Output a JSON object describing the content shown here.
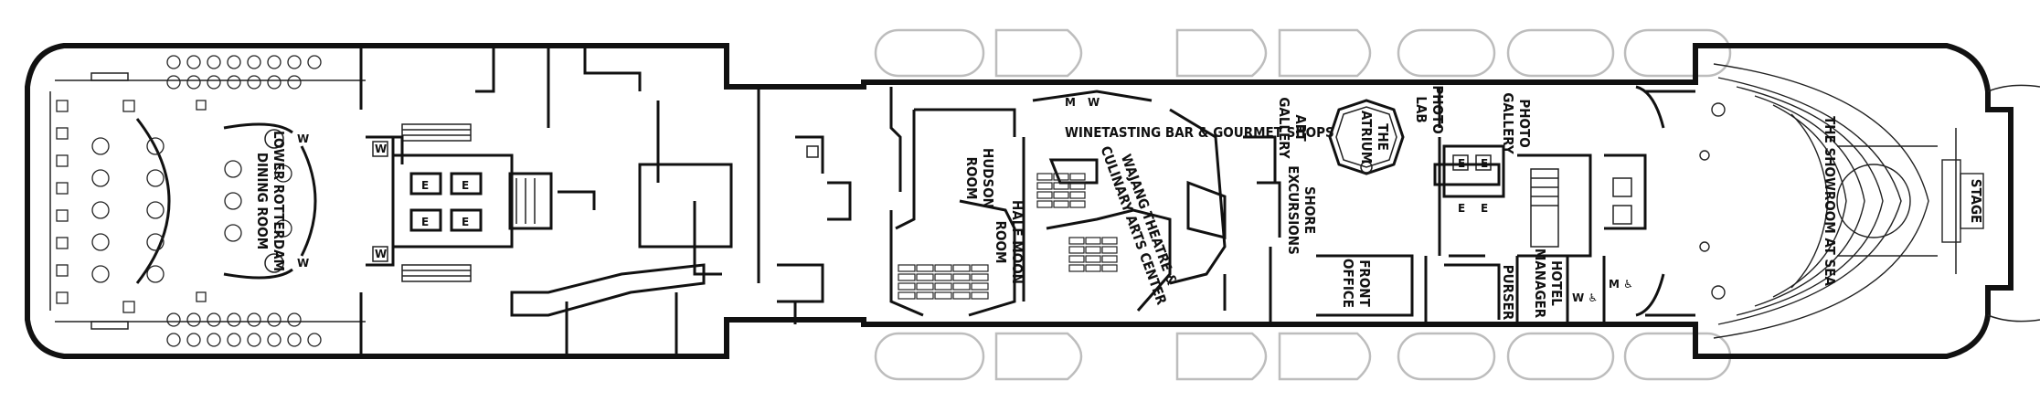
{
  "labels": {
    "lower_rotterdam": [
      "LOWER ROTTERDAM",
      "DINING ROOM"
    ],
    "hudson_room": [
      "HUDSON",
      "ROOM"
    ],
    "half_moon_room": [
      "HALF MOON",
      "ROOM"
    ],
    "winetasting": "WINETASTING BAR & GOURMET SHOPS",
    "wajang_theatre": [
      "WAJANG THEATRE &",
      "CULINARY ARTS CENTER"
    ],
    "art_gallery": [
      "ART",
      "GALLERY"
    ],
    "shore_excursions": [
      "SHORE",
      "EXCURSIONS"
    ],
    "atrium": [
      "THE",
      "ATRIUM"
    ],
    "photo_lab": [
      "PHOTO",
      "LAB"
    ],
    "photo_gallery": [
      "PHOTO",
      "GALLERY"
    ],
    "front_office": [
      "FRONT",
      "OFFICE"
    ],
    "purser": "PURSER",
    "hotel_manager": [
      "HOTEL",
      "MANAGER"
    ],
    "showroom": "THE SHOWROOM AT SEA",
    "stage": "STAGE"
  },
  "symbols": {
    "elevator": "E",
    "washroom": "W",
    "men": "M",
    "women_accessible": "W ♿",
    "men_accessible": "M ♿"
  }
}
